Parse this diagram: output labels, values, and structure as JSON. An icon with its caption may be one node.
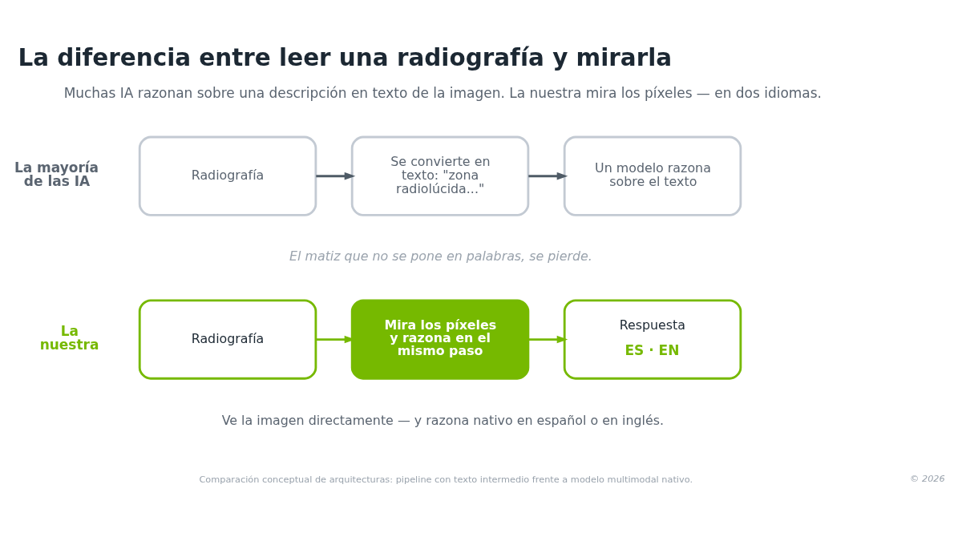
{
  "diagram": {
    "title": "La diferencia entre leer una radiografía y mirarla",
    "caption": "Comparación conceptual de arquitecturas: pipeline con texto intermedio frente a modelo multimodal nativo.",
    "nodes": [
      {
        "text": [
          "Radiografía"
        ]
      },
      {
        "text": [
          "Se convierte en texto: \"zona radiolúcida...\""
        ]
      },
      {
        "text": [
          "Un modelo razona sobre el texto"
        ]
      },
      {
        "text": [
          "Radiografía"
        ]
      },
      {
        "text": [
          "Mira los píxeles y razona en el mismo paso"
        ]
      },
      {
        "text": [
          "Respuesta",
          "ES · EN"
        ]
      }
    ],
    "edges": [
      {
        "from": 0,
        "to": 1,
        "arrow": "to",
        "color": "#4f5b66"
      },
      {
        "from": 1,
        "to": 2,
        "arrow": "to",
        "color": "#4f5b66"
      },
      {
        "from": 3,
        "to": 4,
        "arrow": "to",
        "color": "#76b900"
      },
      {
        "from": 4,
        "to": 5,
        "arrow": "to",
        "color": "#76b900"
      }
    ],
    "labels": [
      "Muchas IA razonan sobre una descripción en texto de la imagen. La nuestra mira los píxeles — en dos idiomas.",
      "La mayoría de las IA",
      "El matiz que no se pone en palabras, se pierde.",
      "La nuestra",
      "Ve la imagen directamente — y razona nativo en español o en inglés.",
      "© 2026"
    ]
  }
}
